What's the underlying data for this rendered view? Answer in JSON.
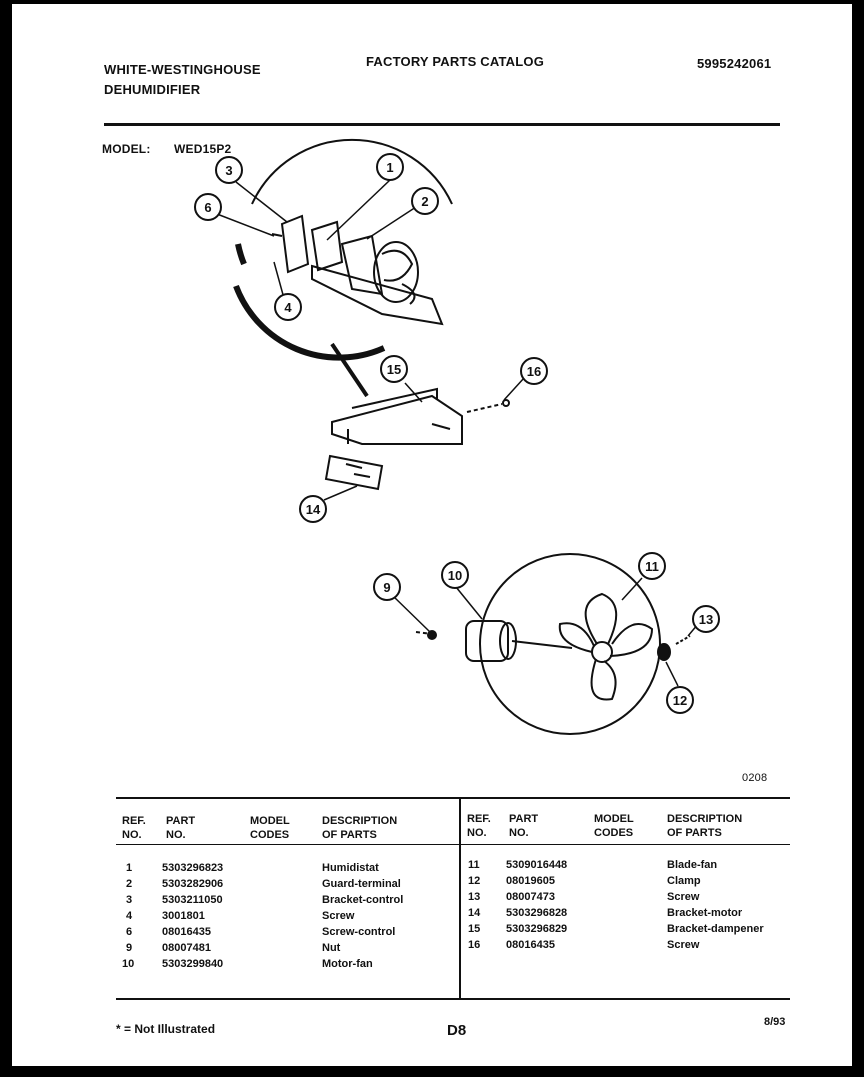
{
  "header": {
    "brand_line1": "WHITE-WESTINGHOUSE",
    "brand_line2": "DEHUMIDIFIER",
    "catalog_title": "FACTORY PARTS CATALOG",
    "catalog_number": "5995242061",
    "model_label": "MODEL:",
    "model_value": "WED15P2"
  },
  "diagram": {
    "callouts": [
      "1",
      "2",
      "3",
      "4",
      "6",
      "9",
      "10",
      "11",
      "12",
      "13",
      "14",
      "15",
      "16"
    ],
    "drawing_code": "0208"
  },
  "table": {
    "col_headers": {
      "ref_no": "REF.\nNO.",
      "part_no": "PART\nNO.",
      "model_codes": "MODEL\nCODES",
      "description": "DESCRIPTION\nOF PARTS"
    },
    "left_rows": [
      {
        "ref": "1",
        "part": "5303296823",
        "desc": "Humidistat"
      },
      {
        "ref": "2",
        "part": "5303282906",
        "desc": "Guard-terminal"
      },
      {
        "ref": "3",
        "part": "5303211050",
        "desc": "Bracket-control"
      },
      {
        "ref": "4",
        "part": "3001801",
        "desc": "Screw"
      },
      {
        "ref": "6",
        "part": "08016435",
        "desc": "Screw-control"
      },
      {
        "ref": "9",
        "part": "08007481",
        "desc": "Nut"
      },
      {
        "ref": "10",
        "part": "5303299840",
        "desc": "Motor-fan"
      }
    ],
    "right_rows": [
      {
        "ref": "11",
        "part": "5309016448",
        "desc": "Blade-fan"
      },
      {
        "ref": "12",
        "part": "08019605",
        "desc": "Clamp"
      },
      {
        "ref": "13",
        "part": "08007473",
        "desc": "Screw"
      },
      {
        "ref": "14",
        "part": "5303296828",
        "desc": "Bracket-motor"
      },
      {
        "ref": "15",
        "part": "5303296829",
        "desc": "Bracket-dampener"
      },
      {
        "ref": "16",
        "part": "08016435",
        "desc": "Screw"
      }
    ]
  },
  "footer": {
    "note": "* = Not Illustrated",
    "page_code": "D8",
    "date": "8/93"
  }
}
